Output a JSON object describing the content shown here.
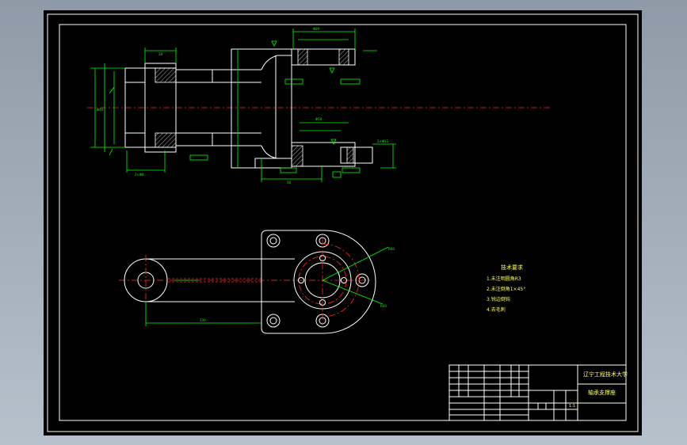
{
  "drawing": {
    "background": "#000000",
    "outline_color": "#ffffff",
    "dimension_color": "#00ff00",
    "centerline_color": "#ff2a2a",
    "text_color": "#ffff66"
  },
  "technical_requirements": {
    "title": "技术要求",
    "items": [
      "1.未注明圆角R3",
      "2.未注倒角1×45°",
      "3.锐边倒钝",
      "4.去毛刺"
    ]
  },
  "title_block": {
    "school": "辽宁工程技术大学",
    "part_name": "轴承支撑座",
    "scale": "1:1"
  }
}
